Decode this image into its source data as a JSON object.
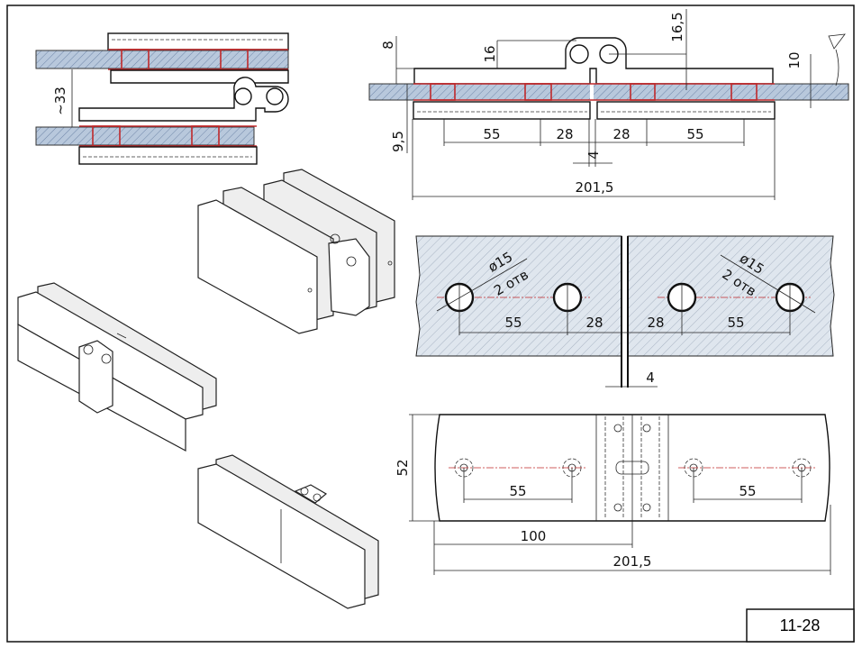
{
  "drawing": {
    "sheet_number": "11-28",
    "colors": {
      "glass": "#b8c8dc",
      "clamp_red": "#c0282a",
      "line": "#111111"
    }
  },
  "section_open": {
    "dims": {
      "d8": "8",
      "d16": "16",
      "d16_5": "16,5",
      "d10": "10",
      "d9_5": "9,5",
      "d55_left": "55",
      "d28_left": "28",
      "d28_right": "28",
      "d55_right": "55",
      "d4": "4",
      "total": "201,5"
    }
  },
  "section_closed": {
    "dims": {
      "gap": "~33"
    }
  },
  "glass_holes": {
    "left_note_diameter": "ø15",
    "left_note_count": "2 отв",
    "right_note_diameter": "ø15",
    "right_note_count": "2 отв",
    "dims": {
      "d55_left": "55",
      "d28_left": "28",
      "d28_right": "28",
      "d55_right": "55",
      "gap": "4"
    }
  },
  "plan_view": {
    "dims": {
      "height": "52",
      "d55_left": "55",
      "d55_right": "55",
      "half": "100",
      "total": "201,5"
    }
  }
}
